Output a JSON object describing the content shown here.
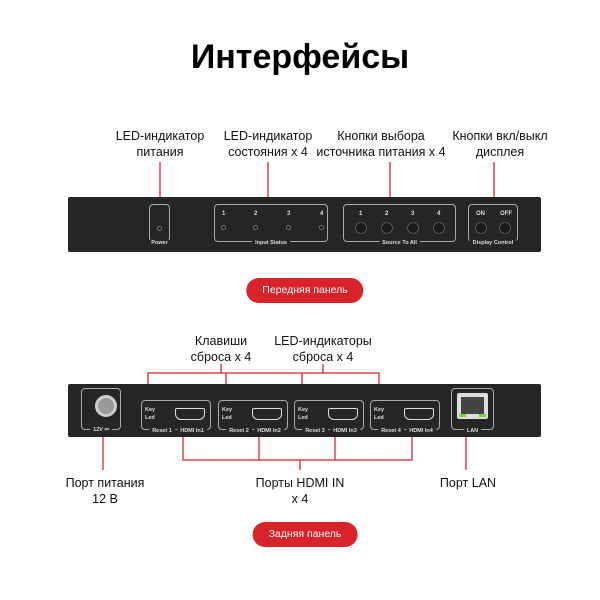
{
  "title": "Интерфейсы",
  "front": {
    "labels": [
      {
        "line1": "LED-индикатор",
        "line2": "питания"
      },
      {
        "line1": "LED-индикатор",
        "line2": "состояния x 4"
      },
      {
        "line1": "Кнопки выбора",
        "line2": "источника питания x 4"
      },
      {
        "line1": "Кнопки вкл/выкл",
        "line2": "дисплея"
      }
    ],
    "power": "Power",
    "input_status": "Input Status",
    "source_to_all": "Source To All",
    "display_control": "Display Control",
    "numbers": [
      "1",
      "2",
      "3",
      "4"
    ],
    "on": "ON",
    "off": "OFF",
    "button": "Передняя панель"
  },
  "back": {
    "labels": [
      {
        "line1": "Клавиши",
        "line2": "сброса x 4"
      },
      {
        "line1": "LED-индикаторы",
        "line2": "сброса x 4"
      }
    ],
    "bottom_labels": [
      {
        "line1": "Порт питания",
        "line2": "12 В"
      },
      {
        "line1": "Порты HDMI IN",
        "line2": "x 4"
      },
      {
        "line1": "Порт LAN",
        "line2": ""
      }
    ],
    "power_port": "12V ⎓",
    "key": "Key",
    "led": "Led",
    "ports": [
      {
        "reset": "Reset 1",
        "hdmi": "HDMI In1"
      },
      {
        "reset": "Reset 2",
        "hdmi": "HDMI In2"
      },
      {
        "reset": "Reset 3",
        "hdmi": "HDMI In3"
      },
      {
        "reset": "Reset 4",
        "hdmi": "HDMI In4"
      }
    ],
    "lan": "LAN",
    "button": "Задняя панель"
  },
  "colors": {
    "accent": "#d8232a",
    "panel": "#262626"
  }
}
